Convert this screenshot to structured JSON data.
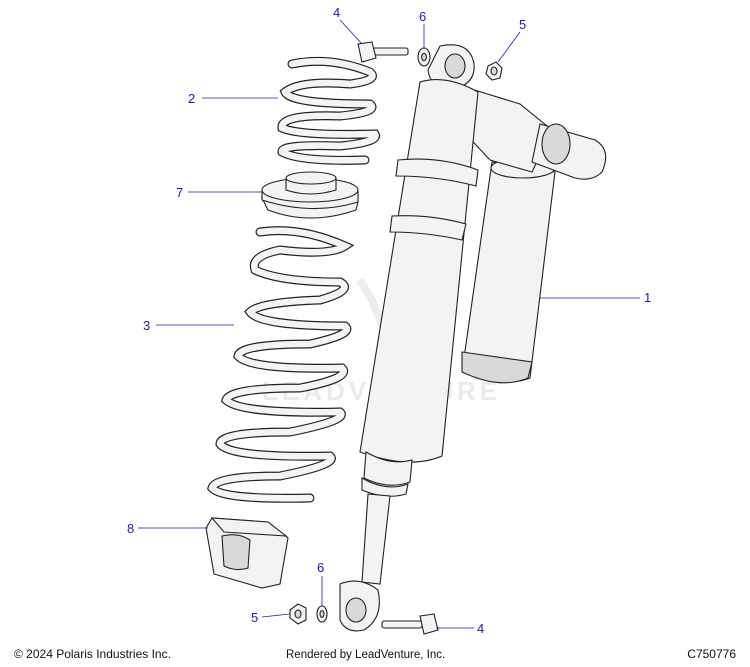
{
  "callouts": [
    {
      "id": "1",
      "label": "1"
    },
    {
      "id": "2",
      "label": "2"
    },
    {
      "id": "3",
      "label": "3"
    },
    {
      "id": "4-top",
      "label": "4"
    },
    {
      "id": "4-bottom",
      "label": "4"
    },
    {
      "id": "5-top",
      "label": "5"
    },
    {
      "id": "5-bottom",
      "label": "5"
    },
    {
      "id": "6-top",
      "label": "6"
    },
    {
      "id": "6-bottom",
      "label": "6"
    },
    {
      "id": "7",
      "label": "7"
    },
    {
      "id": "8",
      "label": "8"
    }
  ],
  "watermark": "LEADVENTURE",
  "footer": {
    "copyright": "© 2024 Polaris Industries Inc.",
    "rendered_by": "Rendered by LeadVenture, Inc.",
    "diagram_code": "C750776"
  },
  "colors": {
    "callout": "#1a1ab8",
    "line": "#222222",
    "part_fill": "#f3f3f3"
  }
}
